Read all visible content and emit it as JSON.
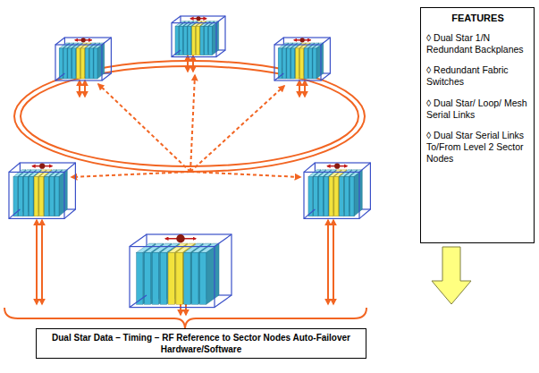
{
  "diagram": {
    "nodes": [
      {
        "text": [
          "FEATURES",
          "◊ Dual Star 1/N Redundant Backplanes",
          "◊ Redundant Fabric Switches",
          "◊ Dual Star/ Loop/ Mesh Serial Links",
          "◊ Dual Star Serial Links To/From Level 2 Sector Nodes"
        ]
      },
      {
        "text": [
          "Dual Star Data – Timing – RF Reference to Sector Nodes Auto-Failover Hardware/Software"
        ]
      }
    ]
  }
}
